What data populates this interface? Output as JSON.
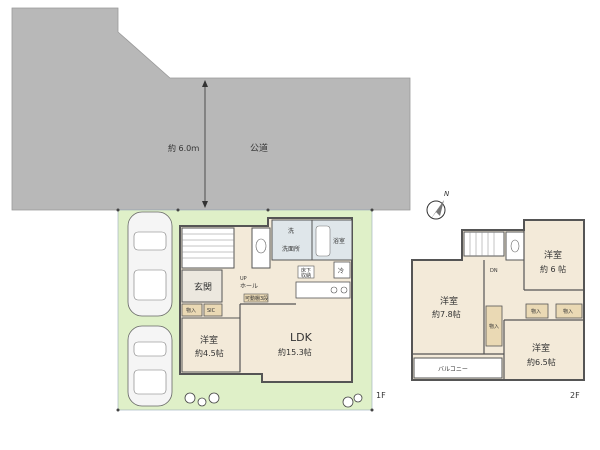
{
  "road": {
    "width_label": "約 6.0ｍ",
    "name": "公道"
  },
  "north_symbol": "N",
  "floor1": {
    "floor_label": "1F",
    "rooms": {
      "ldk": {
        "name": "LDK",
        "area": "約15.3帖"
      },
      "western": {
        "name": "洋室",
        "area": "約4.5帖"
      },
      "entrance": "玄関",
      "hall": "ホール",
      "up": "UP",
      "closet": "物入",
      "sic": "SIC",
      "adjustable_shelf": "可動棚3段",
      "wash": "洗",
      "washroom": "洗面所",
      "bath": "浴室",
      "fridge": "冷",
      "storage": "床下\n収納",
      "storage_line1": "床下",
      "storage_line2": "収納"
    }
  },
  "floor2": {
    "floor_label": "2F",
    "rooms": {
      "western_a": {
        "name": "洋室",
        "area": "約7.8帖"
      },
      "western_b": {
        "name": "洋室",
        "area": "約 6 帖"
      },
      "western_c": {
        "name": "洋室",
        "area": "約6.5帖"
      },
      "closet": "物入",
      "balcony": "バルコニー",
      "dn": "DN"
    }
  },
  "colors": {
    "road": "#b8b8b8",
    "lot": "#dff0c8",
    "floor": "#f3ead9",
    "wall": "#555555",
    "closet": "#ead9b4",
    "tile": "#dfe6ea",
    "parking": "#eef4e6"
  }
}
